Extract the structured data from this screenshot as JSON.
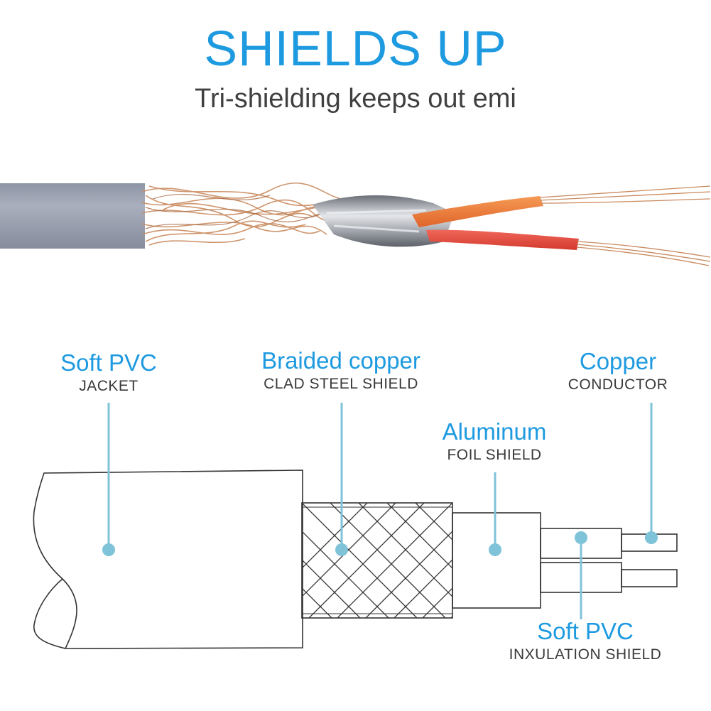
{
  "header": {
    "title": "SHIELDS UP",
    "subtitle": "Tri-shielding keeps out emi"
  },
  "labels": {
    "jacket": {
      "main": "Soft PVC",
      "sub": "JACKET"
    },
    "braid": {
      "main": "Braided copper",
      "sub": "CLAD STEEL SHIELD"
    },
    "foil": {
      "main": "Aluminum",
      "sub": "FOIL SHIELD"
    },
    "conductor": {
      "main": "Copper",
      "sub": "CONDUCTOR"
    },
    "insulation": {
      "main": "Soft PVC",
      "sub": "INXULATION SHIELD"
    }
  },
  "colors": {
    "accent": "#1e9ae0",
    "leader": "#7fc3d9",
    "jacket_gray": "#9aa0ad",
    "copper": "#c98a5e",
    "wire_orange": "#f07a2e",
    "wire_red": "#e8463a"
  }
}
